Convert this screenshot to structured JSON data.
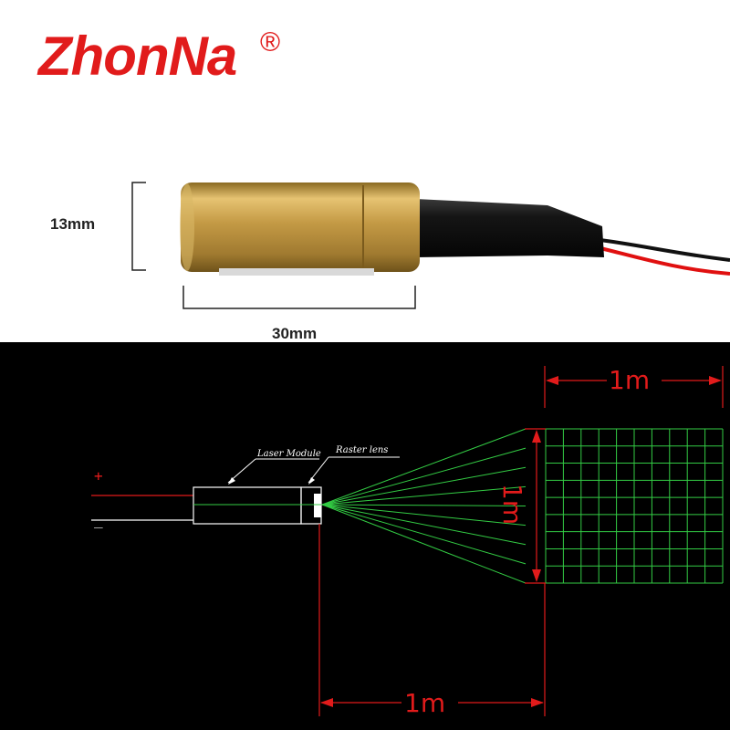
{
  "brand": {
    "name": "ZhonNa",
    "registered_mark": "®",
    "color": "#e11b1b"
  },
  "product": {
    "height_label": "13mm",
    "length_label": "30mm",
    "body_color": "#c9a24a",
    "cable_colors": [
      "#e01010",
      "#111111"
    ]
  },
  "diagram": {
    "plus_sign": "+",
    "minus_sign": "_",
    "laser_module_label": "Laser Module",
    "raster_lens_label": "Raster lens",
    "grid_width_label": "1m",
    "grid_height_label": "1m",
    "distance_label": "1m",
    "accent_color": "#e11b1b",
    "beam_color": "#33cc44"
  }
}
